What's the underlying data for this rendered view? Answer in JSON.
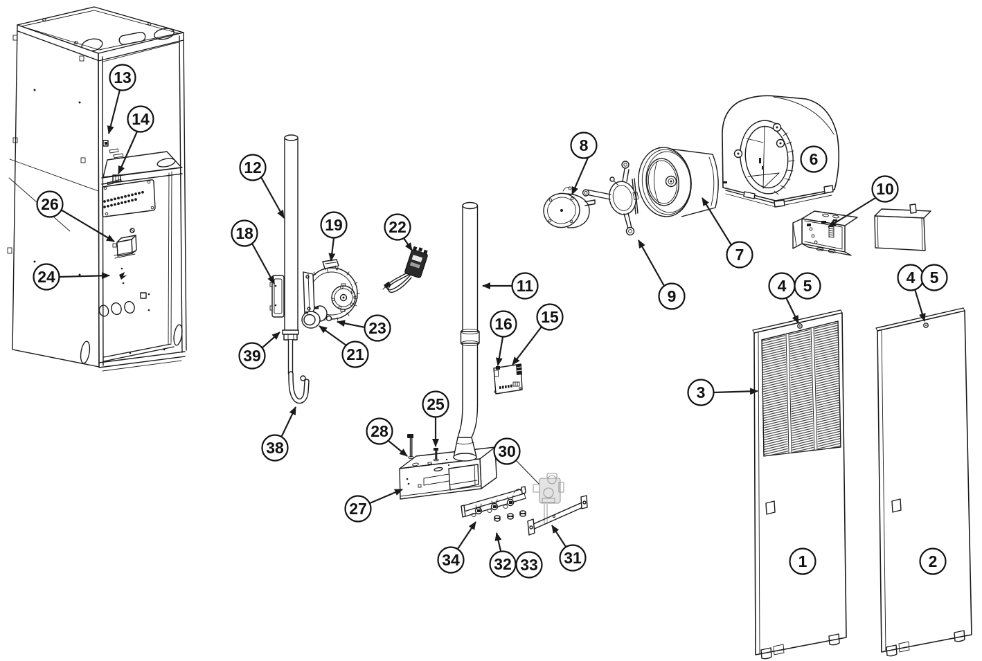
{
  "diagram": {
    "type": "exploded-parts-diagram",
    "subject": "wall-furnace-exploded-view",
    "background_color": "#ffffff",
    "line_color": "#1a1a1a",
    "ghost_part_color": "#9a9a9a",
    "callouts": {
      "n1": "1",
      "n2": "2",
      "n3": "3",
      "n4": "4",
      "n5": "5",
      "n6": "6",
      "n7": "7",
      "n8": "8",
      "n9": "9",
      "n10": "10",
      "n11": "11",
      "n12": "12",
      "n13": "13",
      "n14": "14",
      "n15": "15",
      "n16": "16",
      "n18": "18",
      "n19": "19",
      "n21": "21",
      "n22": "22",
      "n23": "23",
      "n24": "24",
      "n25": "25",
      "n26": "26",
      "n27": "27",
      "n28": "28",
      "n30": "30",
      "n31": "31",
      "n32": "32",
      "n33": "33",
      "n34": "34",
      "n38": "38",
      "n39": "39"
    }
  }
}
